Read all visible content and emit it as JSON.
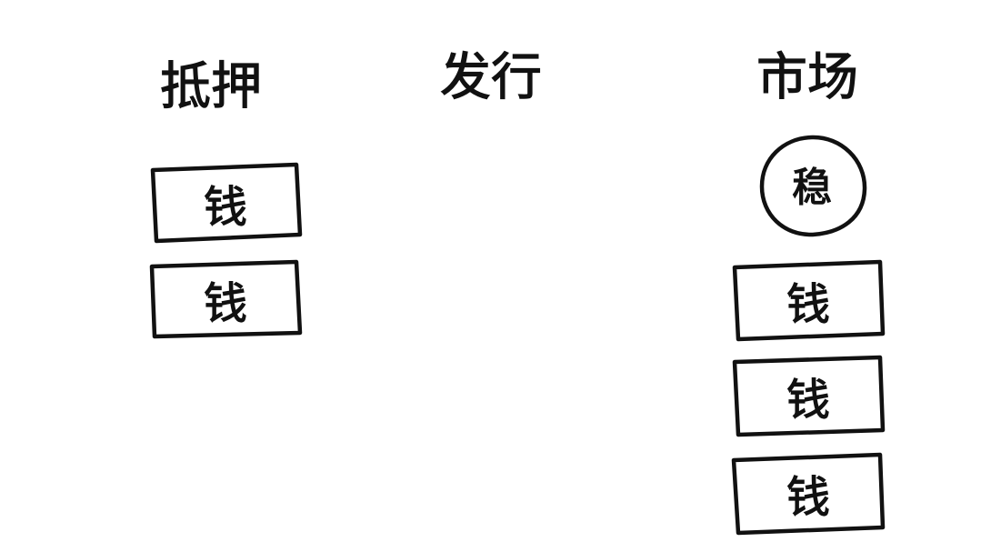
{
  "columns": {
    "collateral": {
      "heading": "抵押",
      "items": [
        "钱",
        "钱"
      ]
    },
    "issuance": {
      "heading": "发行",
      "items": []
    },
    "market": {
      "heading": "市场",
      "token": "稳",
      "items": [
        "钱",
        "钱",
        "钱"
      ]
    }
  },
  "colors": {
    "ink": "#111111",
    "background": "#ffffff"
  }
}
